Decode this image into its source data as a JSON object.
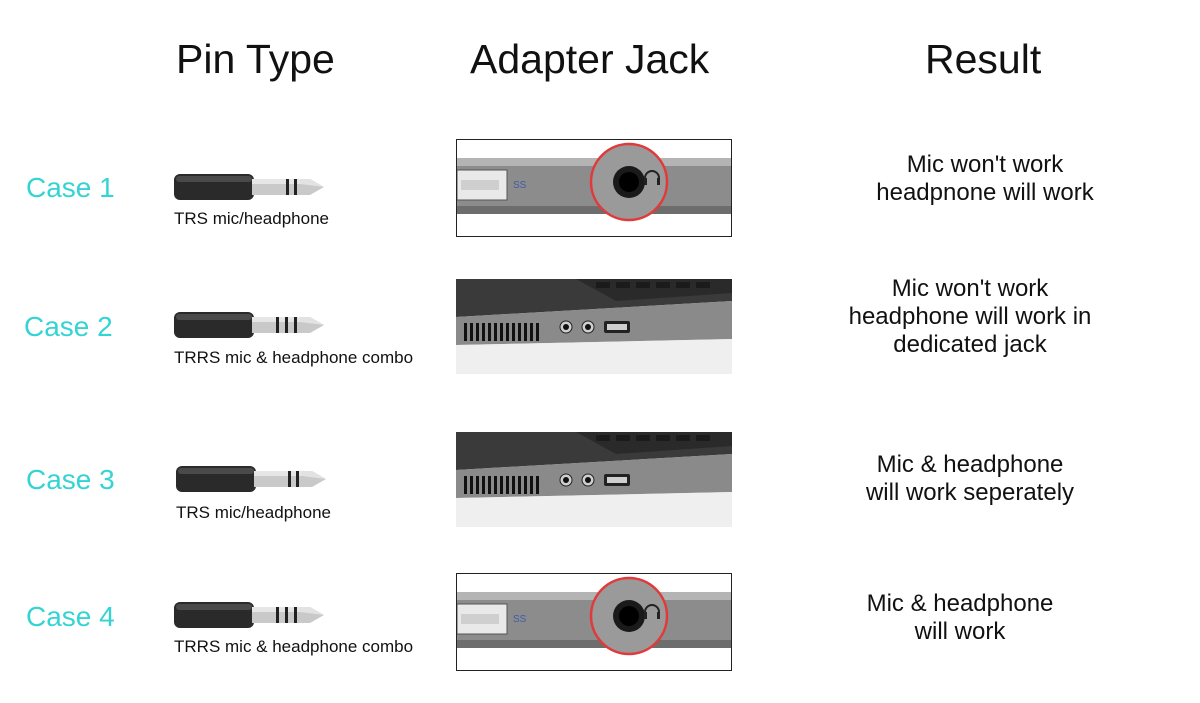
{
  "headers": {
    "pin_type": "Pin Type",
    "adapter_jack": "Adapter Jack",
    "result": "Result"
  },
  "colors": {
    "case_label": "#35d4d4",
    "highlight_circle": "#e03a3a",
    "plug_body": "#2a2a2a",
    "plug_metal": "#c9c9c9"
  },
  "cases": [
    {
      "label": "Case 1",
      "pin_caption": "TRS mic/headphone",
      "pin_kind": "TRS",
      "jack_kind": "combo-port-closeup",
      "jack_text": "SS",
      "result_lines": [
        "Mic won't work",
        "headpnone will work"
      ]
    },
    {
      "label": "Case 2",
      "pin_caption": "TRRS mic & headphone combo",
      "pin_kind": "TRRS",
      "jack_kind": "laptop-side-dual-jacks",
      "jack_text": "",
      "result_lines": [
        "Mic won't work",
        "headphone will work in",
        "dedicated jack"
      ]
    },
    {
      "label": "Case 3",
      "pin_caption": "TRS mic/headphone",
      "pin_kind": "TRS",
      "jack_kind": "laptop-side-dual-jacks",
      "jack_text": "",
      "result_lines": [
        "Mic & headphone",
        "will work seperately"
      ]
    },
    {
      "label": "Case 4",
      "pin_caption": "TRRS mic & headphone combo",
      "pin_kind": "TRRS",
      "jack_kind": "combo-port-closeup",
      "jack_text": "SS",
      "result_lines": [
        "Mic & headphone",
        "will work"
      ]
    }
  ]
}
